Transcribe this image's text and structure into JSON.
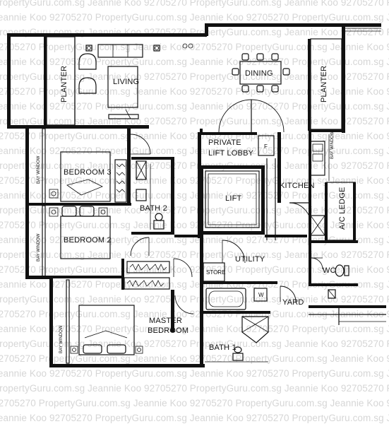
{
  "rooms": {
    "living": "LIVING",
    "dining": "DINING",
    "planter_left": "PLANTER",
    "planter_right": "PLANTER",
    "private_lift_lobby_1": "PRIVATE",
    "private_lift_lobby_2": "LIFT LOBBY",
    "lift": "LIFT",
    "kitchen": "KITCHEN",
    "bedroom3": "BEDROOM 3",
    "bedroom2": "BEDROOM 2",
    "bath2": "BATH 2",
    "utility": "UTILITY",
    "store": "STORE",
    "wc": "WC",
    "yard": "YARD",
    "ac_ledge": "A/C LEDGE",
    "master_bedroom_1": "MASTER",
    "master_bedroom_2": "BEDROOM",
    "bath1": "BATH 1",
    "bay_window_1": "BAY WINDOW",
    "bay_window_2": "BAY WINDOW",
    "bay_window_3": "BAY WINDOW",
    "bay_window_4": "BAY WINDOW",
    "fridge": "F",
    "washer": "W"
  },
  "watermark": {
    "line_a": "PropertyGuru.com.sg Jeannie Koo 92705270 PropertyGuru.com.sg Jeannie Koo 92705270 PropertyGuru.com.sg Jeannie Koo 92705270",
    "line_b": "Jeannie Koo 92705270 PropertyGuru.com.sg Jeannie Koo 92705270 PropertyGuru.com.sg Jeannie Koo 92705270 PropertyGuru.com.sg",
    "line_c": "92705270 PropertyGuru.com.sg Jeannie Koo 92705270 PropertyGuru.com.sg Jeannie Koo 92705270 PropertyGuru.com.sg Jeannie Koo"
  }
}
